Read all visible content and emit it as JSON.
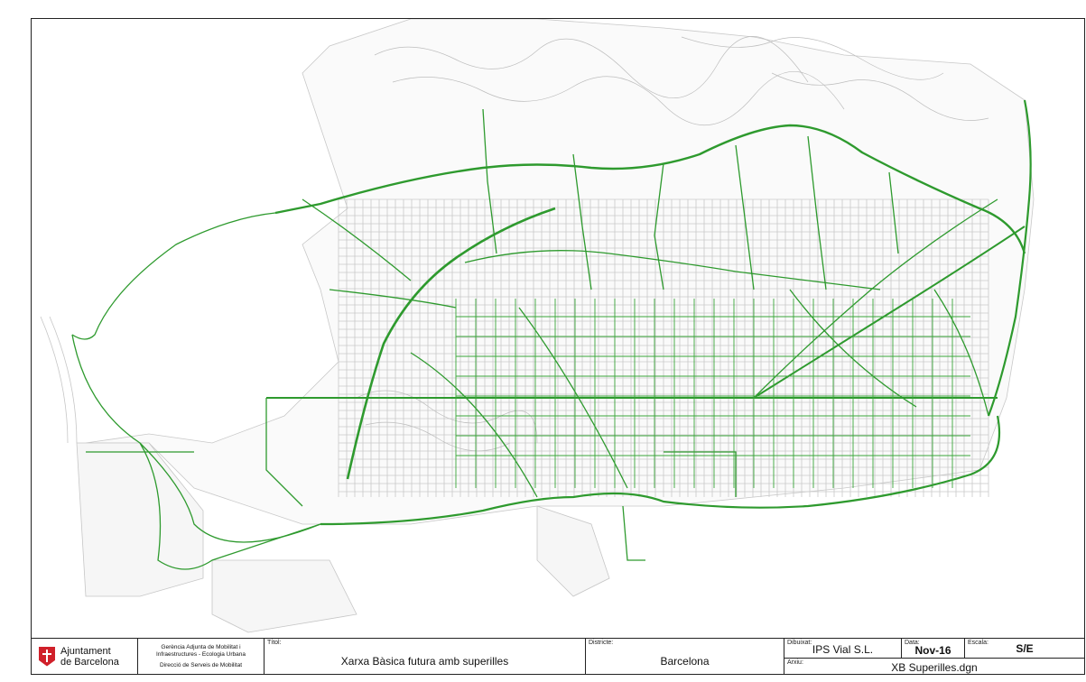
{
  "cartouche": {
    "logo": {
      "line1": "Ajuntament",
      "line2": "de Barcelona"
    },
    "department": {
      "line1": "Gerència Adjunta de Mobilitat i",
      "line2": "Infraestructures - Ecologia Urbana",
      "line3": "Direcció de Serveis de Mobilitat"
    },
    "title_label": "Títol:",
    "title_value": "Xarxa Bàsica futura amb superilles",
    "district_label": "Districte:",
    "district_value": "Barcelona",
    "drawn_label": "Dibuixat:",
    "drawn_value": "IPS Vial S.L.",
    "date_label": "Data:",
    "date_value": "Nov-16",
    "scale_label": "Escala:",
    "scale_value": "S/E",
    "annex_label": "Arxiu:",
    "annex_value": "XB Superilles.dgn"
  },
  "colors": {
    "network": "#2e9a2e",
    "streets": "#c8c8c8",
    "frame": "#222222"
  }
}
